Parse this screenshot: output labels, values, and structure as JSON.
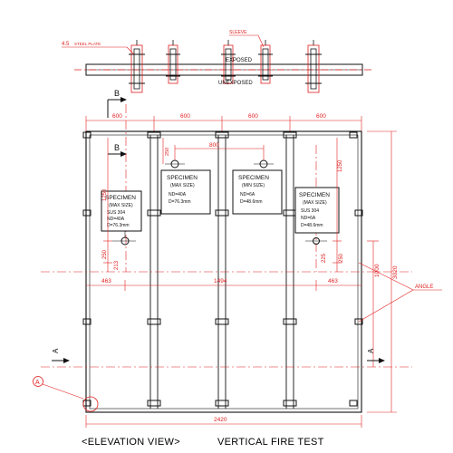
{
  "colors": {
    "line": "#111111",
    "dimension": "#e02020",
    "background": "#ffffff"
  },
  "section": {
    "plate_label": "4.5",
    "plate_text": "STEEL PLATE",
    "sleeve_label": "SLEEVE",
    "exposed": "EXPOSED",
    "unexposed": "UNEXPOSED"
  },
  "section_marker": "B",
  "top_dims": [
    "600",
    "600",
    "600",
    "600"
  ],
  "inner_dim": "800",
  "left_dims": {
    "upper": "1250",
    "mid": "250",
    "low": "213"
  },
  "right_dims": {
    "upper": "1250",
    "mid": "225",
    "low": "250",
    "total": "1000",
    "overall": "3020"
  },
  "row_dims": {
    "left": "463",
    "center": "1494",
    "right": "463"
  },
  "specimen_1": {
    "title": "SPECIMEN",
    "size": "(MAX SIZE)",
    "l1": "SUS 304",
    "l2": "ND=40A",
    "l3": "D=76.3mm"
  },
  "specimen_2": {
    "title": "SPECIMEN",
    "size": "(MAX SIZE)",
    "l1": "ND=40A",
    "l2": "D=76.3mm"
  },
  "specimen_3": {
    "title": "SPECIMEN",
    "size": "(MIN SIZE)",
    "l1": "ND=6A",
    "l2": "D=48.6mm"
  },
  "specimen_4": {
    "title": "SPECIMEN",
    "size": "(MAX SIZE)",
    "l1": "SUS 304",
    "l2": "ND=6A",
    "l3": "D=48.6mm"
  },
  "angle_label": "ANGLE",
  "section_a": "A",
  "detail_marker": "A",
  "bottom_dim": "2420",
  "caption_left": "<ELEVATION VIEW>",
  "caption_right": "VERTICAL FIRE TEST"
}
